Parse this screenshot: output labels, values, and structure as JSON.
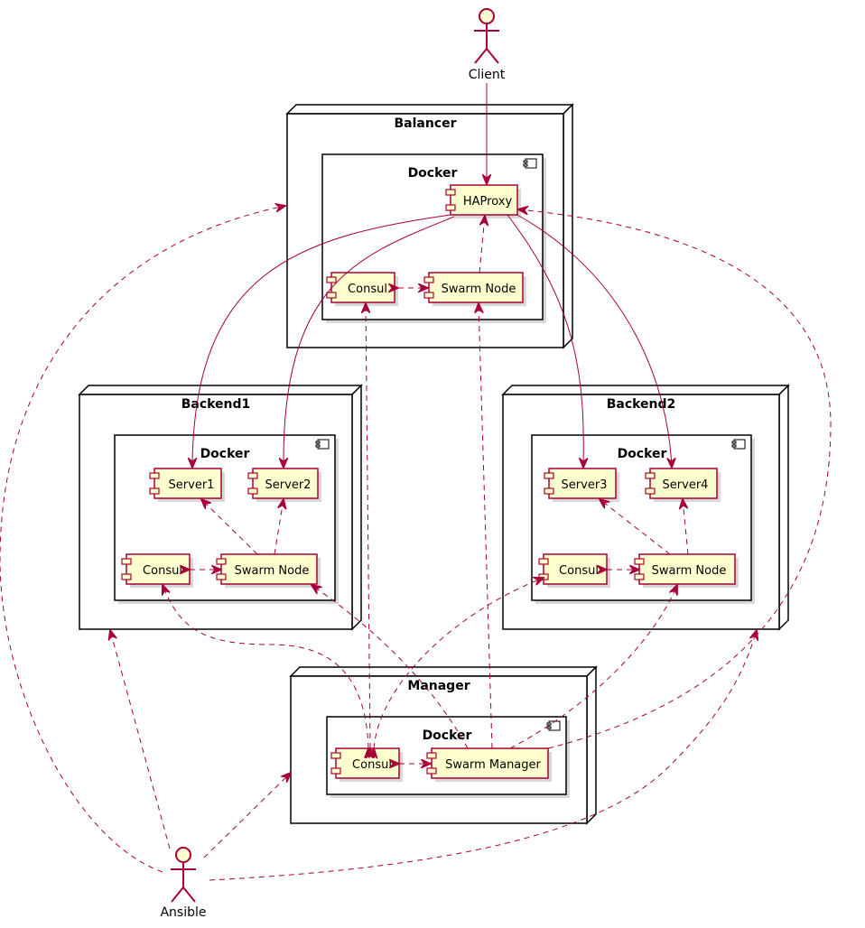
{
  "actors": {
    "client": "Client",
    "ansible": "Ansible"
  },
  "nodes": {
    "balancer": {
      "title": "Balancer",
      "docker": "Docker",
      "haproxy": "HAProxy",
      "consul": "Consul",
      "swarm": "Swarm Node"
    },
    "backend1": {
      "title": "Backend1",
      "docker": "Docker",
      "server1": "Server1",
      "server2": "Server2",
      "consul": "Consul",
      "swarm": "Swarm Node"
    },
    "backend2": {
      "title": "Backend2",
      "docker": "Docker",
      "server3": "Server3",
      "server4": "Server4",
      "consul": "Consul",
      "swarm": "Swarm Node"
    },
    "manager": {
      "title": "Manager",
      "docker": "Docker",
      "consul": "Consul",
      "swarm": "Swarm Manager"
    }
  },
  "colors": {
    "accent": "#a80036",
    "component_fill": "#fefece",
    "border": "#000000"
  }
}
